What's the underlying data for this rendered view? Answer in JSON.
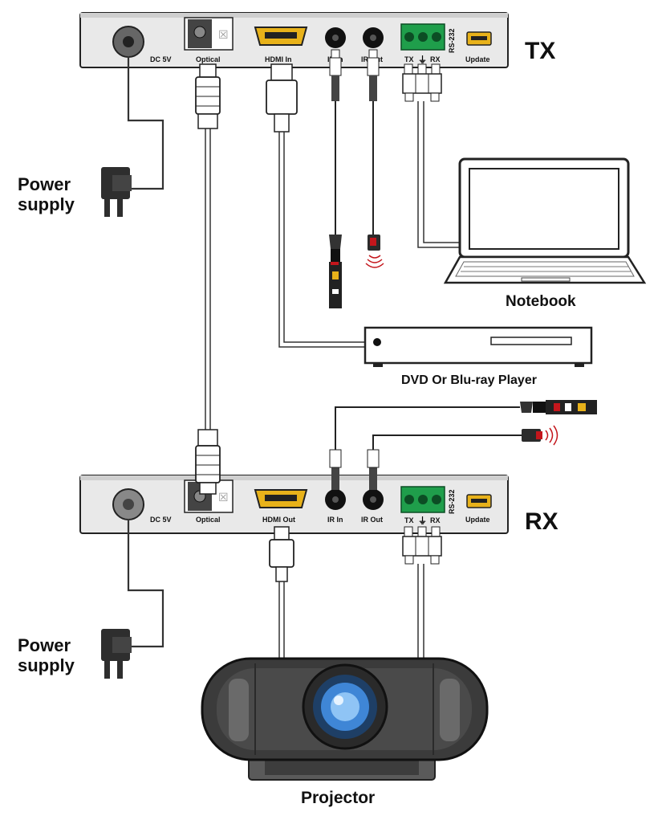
{
  "units": {
    "tx": {
      "name": "TX",
      "ports": {
        "dc": "DC 5V",
        "optical": "Optical",
        "hdmi": "HDMI In",
        "ir_in": "IR In",
        "ir_out": "IR Out",
        "rs232": "RS-232",
        "rs232_tx": "TX",
        "rs232_rx": "RX",
        "update": "Update"
      }
    },
    "rx": {
      "name": "RX",
      "ports": {
        "dc": "DC 5V",
        "optical": "Optical",
        "hdmi": "HDMI Out",
        "ir_in": "IR In",
        "ir_out": "IR Out",
        "rs232": "RS-232",
        "rs232_tx": "TX",
        "rs232_rx": "RX",
        "update": "Update"
      }
    }
  },
  "devices": {
    "notebook": "Notebook",
    "player": "DVD  Or  Blu-ray  Player",
    "projector": "Projector"
  },
  "power_supply": {
    "tx_line1": "Power",
    "tx_line2": "supply",
    "rx_line1": "Power",
    "rx_line2": "supply"
  },
  "colors": {
    "panel_fill": "#e9e9e9",
    "panel_stroke": "#222222",
    "hdmi_gold": "#e8b21a",
    "terminal_green": "#1f9e4b",
    "ir_red": "#c4161c",
    "lens_blue": "#3f86d6"
  }
}
